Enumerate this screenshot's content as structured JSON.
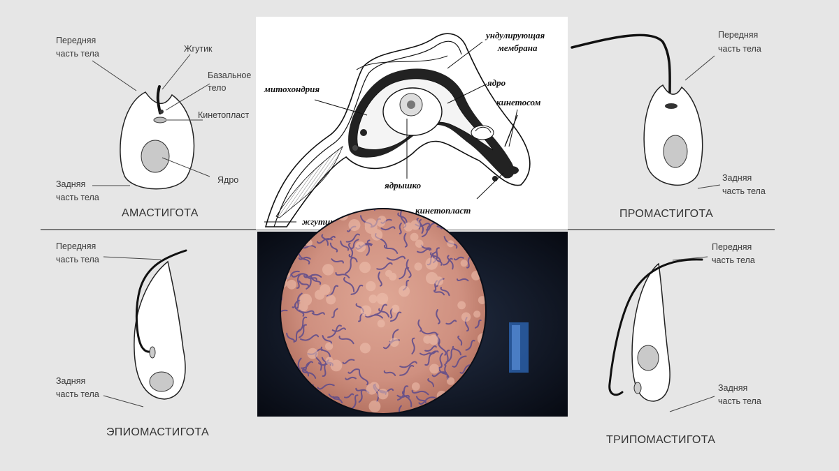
{
  "amastigote": {
    "title": "АМАСТИГОТА",
    "front": [
      "Передняя",
      "часть тела"
    ],
    "flagellum": "Жгутик",
    "basal": [
      "Базальное",
      "тело"
    ],
    "kinetoplast": "Кинетопласт",
    "nucleus": "Ядро",
    "rear": [
      "Задняя",
      "часть тела"
    ]
  },
  "promastigote": {
    "title": "ПРОМАСТИГОТА",
    "front": [
      "Передняя",
      "часть тела"
    ],
    "rear": [
      "Задняя",
      "часть тела"
    ]
  },
  "epimastigote": {
    "title": "ЭПИОМАСТИГОТА",
    "front": [
      "Передняя",
      "часть тела"
    ],
    "rear": [
      "Задняя",
      "часть тела"
    ]
  },
  "trypomastigote": {
    "title": "ТРИПОМАСТИГОТА",
    "front": [
      "Передняя",
      "часть тела"
    ],
    "rear": [
      "Задняя",
      "часть тела"
    ]
  },
  "center_diagram": {
    "undulating": [
      "ундулирующая",
      "мембрана"
    ],
    "mitochondria": "митохондрия",
    "nucleus": "ядро",
    "kinetosome": "кинетосом",
    "nucleolus": "ядрышко",
    "kinetoplast": "кинетопласт",
    "flagellum": "жгутик"
  },
  "colors": {
    "background": "#e6e6e6",
    "cell_fill": "#ffffff",
    "nucleus_fill": "#c9c9c9",
    "divider": "#555555",
    "micro_field": "#d39a88",
    "micro_dark": "#1b2536"
  }
}
